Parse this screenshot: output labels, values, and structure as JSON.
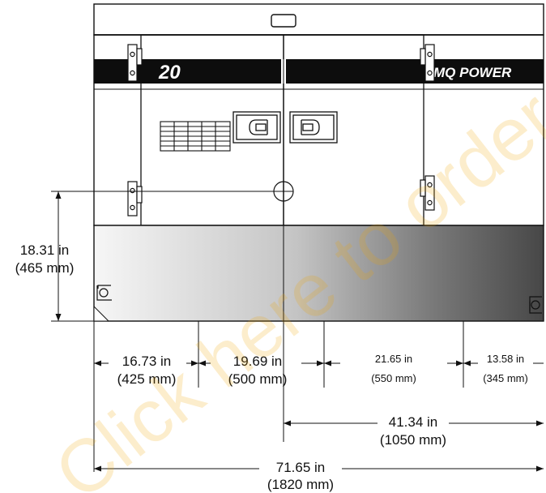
{
  "panel": {
    "model_label": "20",
    "brand_label": "MQ POWER"
  },
  "dimensions": {
    "height": {
      "imperial": "18.31 in",
      "metric": "(465 mm)"
    },
    "seg1": {
      "imperial": "16.73 in",
      "metric": "(425 mm)"
    },
    "seg2": {
      "imperial": "19.69 in",
      "metric": "(500 mm)"
    },
    "seg3": {
      "imperial": "21.65 in",
      "metric": "(550 mm)"
    },
    "seg4": {
      "imperial": "13.58 in",
      "metric": "(345 mm)"
    },
    "center_to_edge": {
      "imperial": "41.34 in",
      "metric": "(1050 mm)"
    },
    "overall": {
      "imperial": "71.65 in",
      "metric": "(1820 mm)"
    }
  },
  "watermark": "Click here to order yours",
  "colors": {
    "line": "#111111",
    "stripe": "#0d0d0d",
    "base_light": "#f4f4f4",
    "base_dark": "#4a4a4a"
  }
}
